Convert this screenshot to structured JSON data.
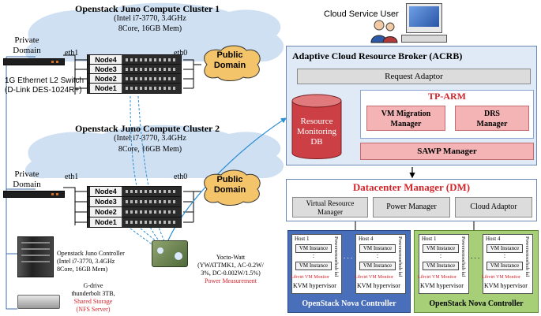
{
  "cluster1": {
    "title": "Openstack Juno Compute Cluster 1",
    "spec1": "(Intel i7-3770,  3.4GHz",
    "spec2": "8Core, 16GB Mem)",
    "private_domain": [
      "Private",
      "Domain"
    ],
    "eth1": "eth1",
    "eth0": "eth0",
    "public_domain": [
      "Public",
      "Domain"
    ],
    "nodes": [
      "Node4",
      "Node3",
      "Node2",
      "Node1"
    ]
  },
  "switch_label": [
    "1G Ethernet L2 Switch",
    "(D-Link DES-1024R+)"
  ],
  "cluster2": {
    "title": "Openstack Juno Compute Cluster 2",
    "spec1": "(Intel i7-3770,  3.4GHz",
    "spec2": "8Core, 16GB Mem)",
    "private_domain": [
      "Private",
      "Domain"
    ],
    "eth1": "eth1",
    "eth0": "eth0",
    "public_domain": [
      "Public",
      "Domain"
    ],
    "nodes": [
      "Node4",
      "Node3",
      "Node2",
      "Node1"
    ]
  },
  "controller": [
    "Openstack Juno Controller",
    "(Intel i7-3770,  3.4GHz",
    "8Core,  16GB  Mem)"
  ],
  "storage": [
    "G-drive",
    "thunderbolt 3TB,",
    "Shared Storage",
    "(NFS Server)"
  ],
  "yocto": [
    "Yocto-Watt",
    "(YWATTMK1,  AC-0.2W/",
    "3%, DC-0.002W/1.5%)",
    "Power Measurement"
  ],
  "cloud_user": "Cloud Service User",
  "acrb": {
    "title": "Adaptive Cloud Resource Broker (ACRB)",
    "request_adaptor": "Request Adaptor",
    "db": [
      "Resource",
      "Monitoring",
      "DB"
    ],
    "tparm": "TP-ARM",
    "vm_migration": [
      "VM Migration",
      "Manager"
    ],
    "drs": [
      "DRS",
      "Manager"
    ],
    "sawp": "SAWP Manager"
  },
  "dm": {
    "title": "Datacenter Manager (DM)",
    "vrm": [
      "Virtual  Resource",
      "Manager"
    ],
    "power": "Power Manager",
    "cloud_adaptor": "Cloud Adaptor"
  },
  "nova": {
    "host1": "Host 1",
    "host4": "Host 4",
    "vm_instance": "VM Instance",
    "dots": ":",
    "libvirt": "Libvirt VM Monitor",
    "kvm": "KVM hypervisor",
    "powersensor": "Powersensorhub kd",
    "ellipsis": ". . .",
    "controller_label": "OpenStack Nova Controller"
  },
  "colors": {
    "red": "#d4242b",
    "acrb_bg": "#dfeaf6",
    "nova_blue": "#4a6fba",
    "nova_green": "#a6cf78",
    "cloud": "#cfe0f3"
  }
}
